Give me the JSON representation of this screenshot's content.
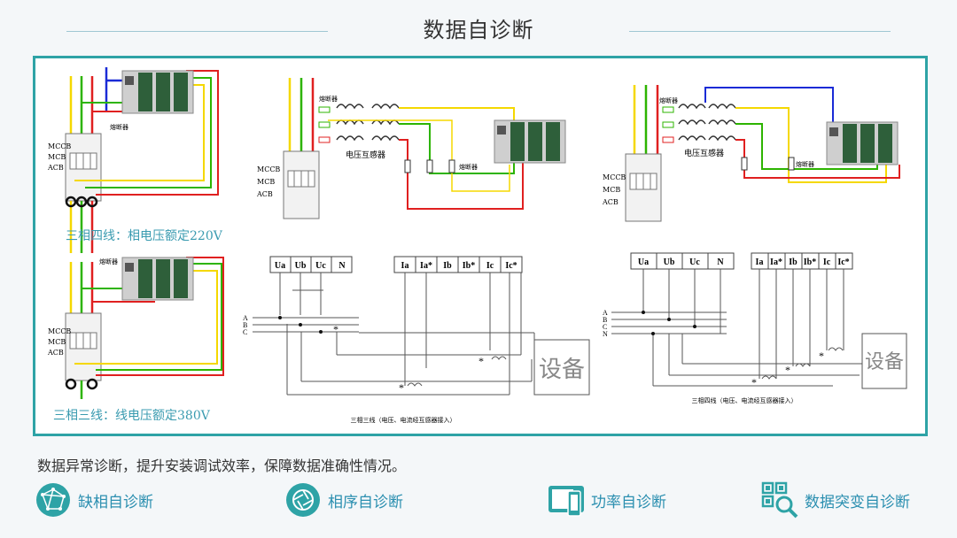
{
  "title": "数据自诊断",
  "diagram": {
    "captions": {
      "four_wire": "三相四线：相电压额定220V",
      "three_wire": "三相三线：线电压额定380V",
      "bottom_mid": "三相三线（电压、电流经互感器接入）",
      "bottom_right": "三相四线（电压、电流经互感器接入）"
    },
    "labels": {
      "breaker_lines": [
        "MCCB",
        "MCB",
        "ACB"
      ],
      "fuse": "熔断器",
      "pt": "电压互感器",
      "device": "设备",
      "phases_3": [
        "A",
        "B",
        "C"
      ],
      "phases_4": [
        "A",
        "B",
        "C",
        "N"
      ],
      "mid_v_terms": [
        "Ua",
        "Ub",
        "Uc",
        "N"
      ],
      "mid_i_terms": [
        "Ia",
        "Ia*",
        "Ib",
        "Ib*",
        "Ic",
        "Ic*"
      ],
      "right_v_terms": [
        "Ua",
        "Ub",
        "Uc",
        "N"
      ],
      "right_i_terms": [
        "Ia",
        "Ia*",
        "Ib",
        "Ib*",
        "Ic",
        "Ic*"
      ],
      "star": "*"
    },
    "colors": {
      "phase_a": "#f5d800",
      "phase_b": "#2db400",
      "phase_c": "#e02020",
      "neutral": "#1a2bd6"
    }
  },
  "description": "数据异常诊断，提升安装调试效率，保障数据准确性情况。",
  "features": [
    {
      "icon": "globe-network-icon",
      "label": "缺相自诊断"
    },
    {
      "icon": "camera-aperture-icon",
      "label": "相序自诊断"
    },
    {
      "icon": "tablet-phone-icon",
      "label": "功率自诊断"
    },
    {
      "icon": "qr-search-icon",
      "label": "数据突变自诊断"
    }
  ],
  "accent_color": "#2ea3a6"
}
